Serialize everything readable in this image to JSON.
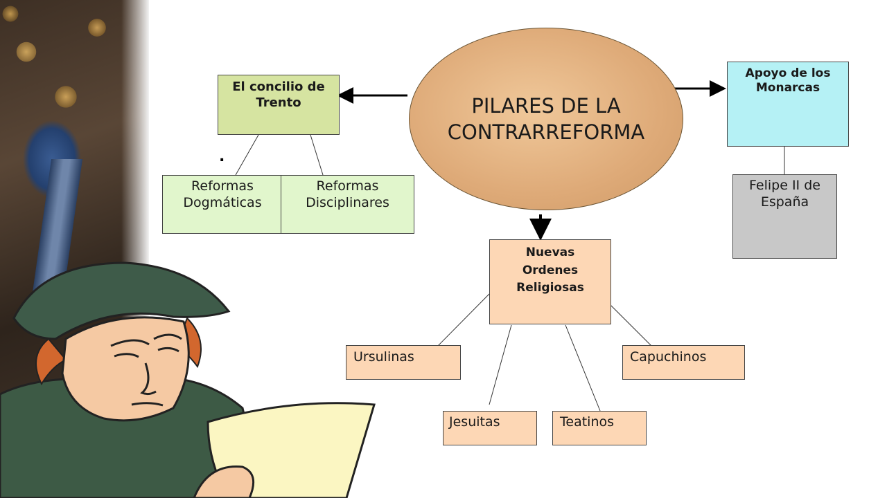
{
  "center": "PILARES DE LA CONTRARREFORMA",
  "trento": {
    "title": "El concilio de Trento",
    "children": [
      "Reformas Dogmáticas",
      "Reformas Disciplinares"
    ]
  },
  "monarcas": {
    "title": "Apoyo de los Monarcas",
    "child": "Felipe II de España"
  },
  "ordenes": {
    "title": "Nuevas Ordenes Religiosas",
    "children": [
      "Ursulinas",
      "Capuchinos",
      "Jesuitas",
      "Teatinos"
    ]
  },
  "stray_mark": ".",
  "colors": {
    "green_box": "#d6e4a1",
    "light_green_box": "#e1f6cc",
    "cyan_box": "#b5f1f5",
    "gray_box": "#c8c8c8",
    "peach_box": "#fdd7b5",
    "ellipse": "#deaa78"
  }
}
